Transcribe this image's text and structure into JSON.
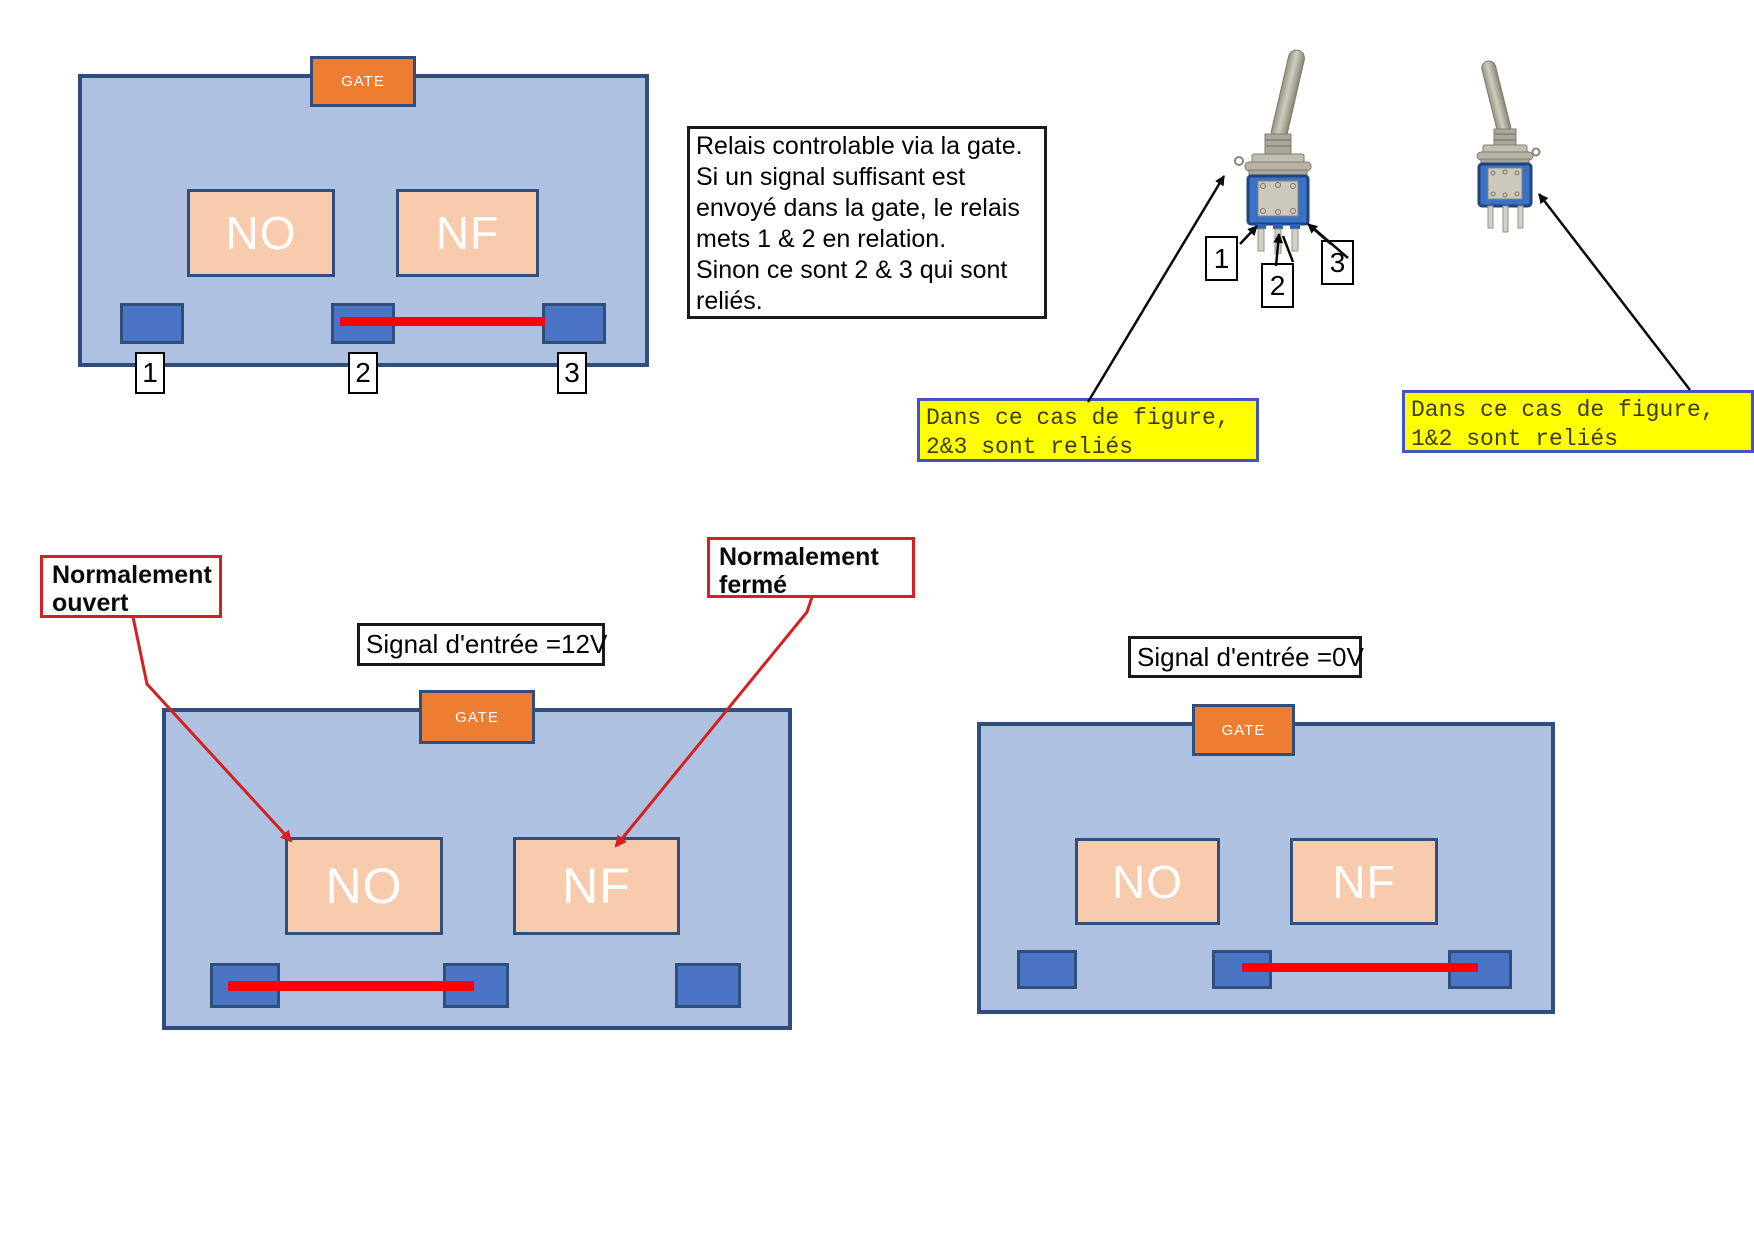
{
  "labels": {
    "gate": "GATE",
    "no": "NO",
    "nf": "NF"
  },
  "pins": [
    "1",
    "2",
    "3"
  ],
  "explanation_box": {
    "lines": [
      "Relais controlable via la gate.",
      "Si un signal suffisant est",
      "envoyé dans la gate, le relais",
      "mets 1 & 2 en relation.",
      "Sinon ce sont 2 & 3 qui sont",
      "reliés."
    ]
  },
  "switch_notes": {
    "left": {
      "line1": "Dans ce cas de figure,",
      "line2": "2&3 sont reliés"
    },
    "right": {
      "line1": "Dans ce cas de figure,",
      "line2": "1&2 sont reliés"
    }
  },
  "callouts": {
    "normally_open": {
      "line1": "Normalement",
      "line2": "ouvert"
    },
    "normally_closed": {
      "line1": "Normalement",
      "line2": "fermé"
    }
  },
  "signal_labels": {
    "relay_12v": "Signal d'entrée =12V",
    "relay_0v": "Signal d'entrée =0V"
  },
  "colors": {
    "relay_body": "#aec1e0",
    "relay_border": "#2f4e7c",
    "gate_fill": "#ed7d31",
    "contact_fill": "#f8cbad",
    "terminal_fill": "#4a74c4",
    "wire_red": "#ff0000",
    "callout_red": "#d42020",
    "note_bg": "#ffff00",
    "note_border": "#4353c4",
    "switch_body_blue": "#3a72c8"
  }
}
